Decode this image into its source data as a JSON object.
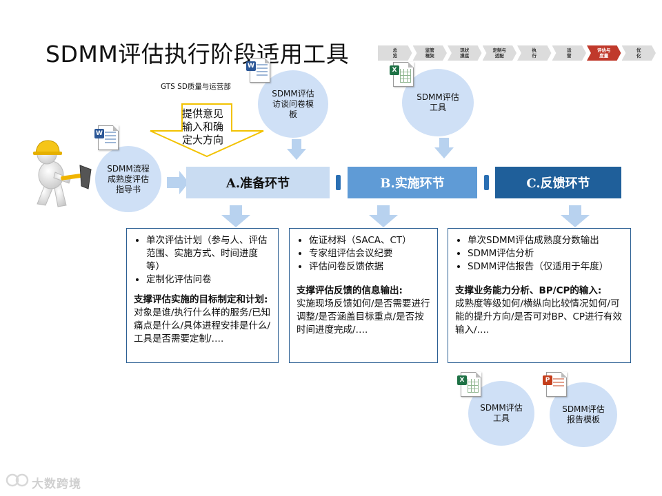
{
  "title": "SDMM评估执行阶段适用工具",
  "progress_steps": [
    "总\n览",
    "监管\n框架",
    "现状\n摸底",
    "定制与\n适配",
    "执\n行",
    "运\n营",
    "评估与\n度量",
    "优\n化"
  ],
  "active_step_index": 6,
  "colors": {
    "phase_a": "#c9dcf2",
    "phase_b": "#5f9bd6",
    "phase_c": "#1f5f9a",
    "circle": "#cfe0f6",
    "active_step": "#c0392b"
  },
  "worker_icon": "worker-hammer-icon",
  "left_circle": {
    "text": "SDMM流程\n成熟度评估\n指导书",
    "icon": "word-doc-icon"
  },
  "feedback_source": "GTS SD质量与运营部",
  "feedback_arrow_text": "提供意见\n输入和确\n定大方向",
  "tool_circle_a": {
    "text": "SDMM评估\n访谈问卷模\n板",
    "icon": "word-doc-icon"
  },
  "tool_circle_b": {
    "text": "SDMM评估\n工具",
    "icon": "excel-doc-icon"
  },
  "phases": [
    {
      "label": "A.准备环节"
    },
    {
      "label": "B.实施环节"
    },
    {
      "label": "C.反馈环节"
    }
  ],
  "box_a": {
    "bullets": [
      "单次评估计划（参与人、评估范围、实施方式、时间进度等）",
      "定制化评估问卷"
    ],
    "heading": "支撑评估实施的目标制定和计划:",
    "body": " 对象是谁/执行什么样的服务/已知痛点是什么/具体进程安排是什么/工具是否需要定制/…."
  },
  "box_b": {
    "bullets": [
      "佐证材料（SACA、CT）",
      "专家组评估会议纪要",
      "评估问卷反馈依据"
    ],
    "heading": "支撑评估反馈的信息输出:",
    "body": "实施现场反馈如何/是否需要进行调整/是否涵盖目标重点/是否按时间进度完成/…."
  },
  "box_c": {
    "bullets": [
      "单次SDMM评估成熟度分数输出",
      "SDMM评估分析",
      "SDMM评估报告（仅适用于年度）"
    ],
    "heading": "支撑业务能力分析、BP/CP的输入:",
    "body": "成熟度等级如何/横纵向比较情况如何/可能的提升方向/是否可对BP、CP进行有效输入/…."
  },
  "bottom_circle_1": {
    "text": "SDMM评估\n工具",
    "icon": "excel-doc-icon"
  },
  "bottom_circle_2": {
    "text": "SDMM评估\n报告模板",
    "icon": "ppt-doc-icon"
  },
  "watermark": "大数跨境"
}
